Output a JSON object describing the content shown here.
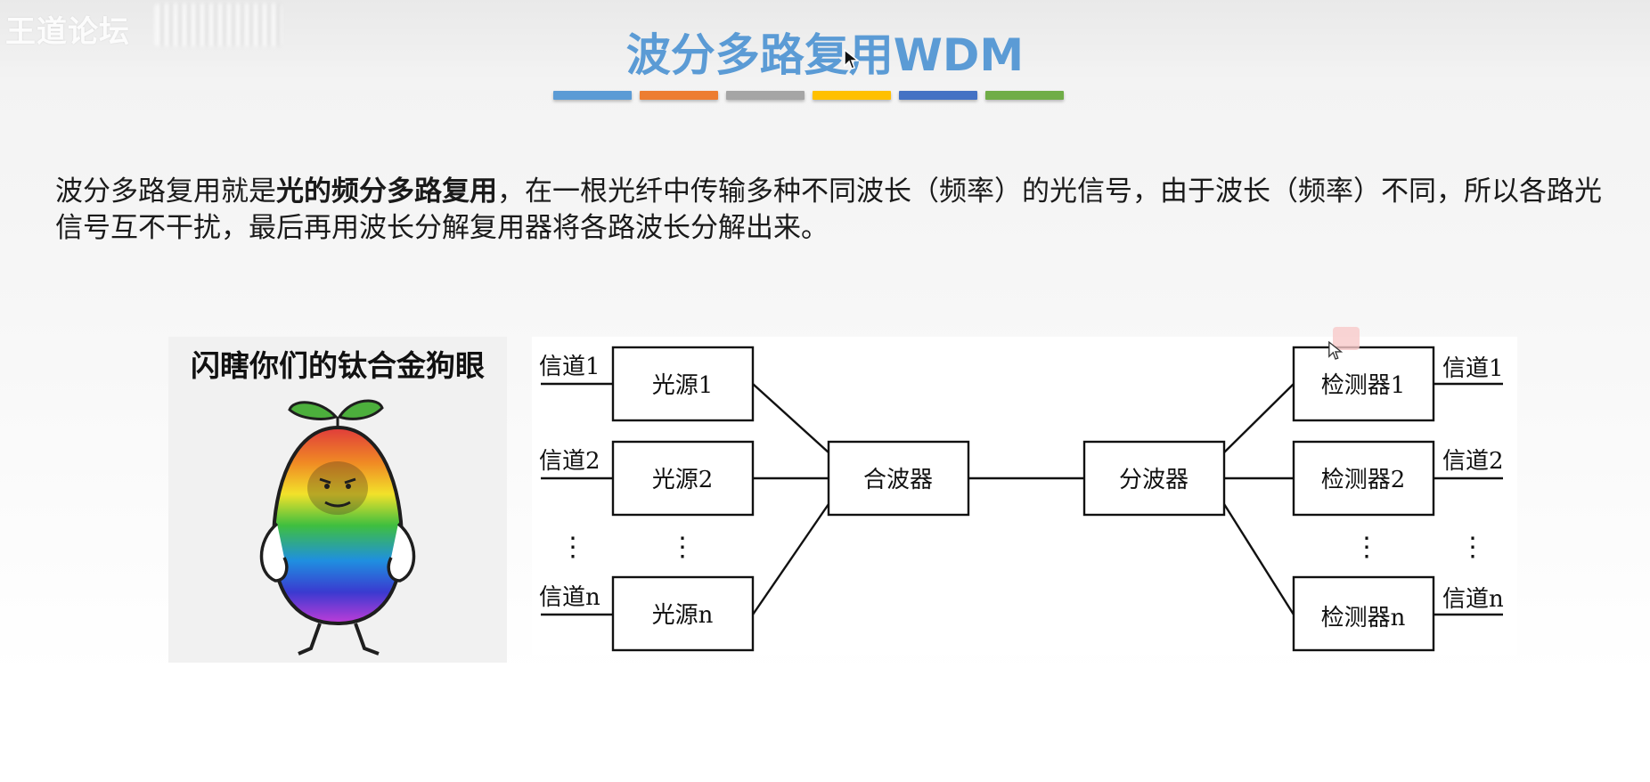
{
  "watermark": {
    "text": "王道论坛"
  },
  "title": {
    "text": "波分多路复用WDM"
  },
  "title_bar_colors": [
    "#5b9bd5",
    "#ed7d31",
    "#a5a5a5",
    "#ffc000",
    "#4472c4",
    "#70ad47"
  ],
  "paragraph": {
    "part1": "波分多路复用就是",
    "bold": "光的频分多路复用",
    "part2": "，在一根光纤中传输多种不同波长（频率）的光信号，由于波长（频率）不同，所以各路光信号互不干扰，最后再用波长分解复用器将各路波长分解出来。"
  },
  "meme": {
    "caption": "闪瞎你们的钛合金狗眼"
  },
  "diagram": {
    "left_channels": [
      "信道1",
      "信道2",
      "信道n"
    ],
    "sources": [
      "光源1",
      "光源2",
      "光源n"
    ],
    "multiplexer": "合波器",
    "demultiplexer": "分波器",
    "detectors": [
      "检测器1",
      "检测器2",
      "检测器n"
    ],
    "right_channels": [
      "信道1",
      "信道2",
      "信道n"
    ],
    "ellipsis": "⋮"
  }
}
